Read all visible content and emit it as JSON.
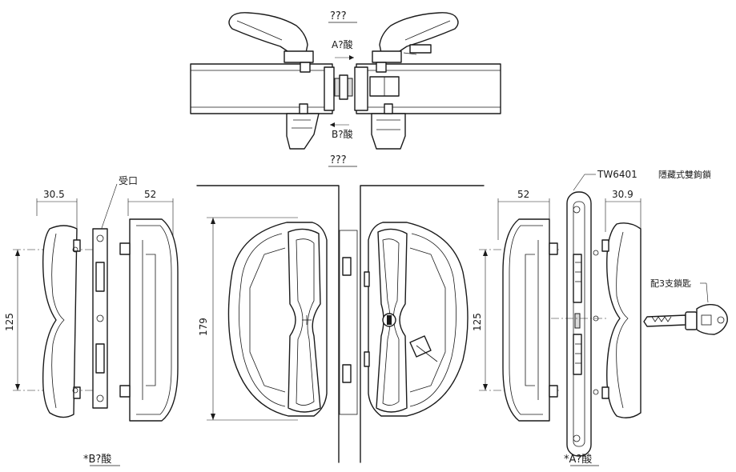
{
  "labels": {
    "top_title": "???",
    "mid_title": "???",
    "arrow_a": "A?酸",
    "arrow_b": "B?酸",
    "receiver": "受口",
    "model": "TW6401",
    "model_desc": "隱藏式雙鉤鎖",
    "keys": "配3支鎖匙",
    "bottom_left": "*B?酸",
    "bottom_right": "*A?酸"
  },
  "dimensions": {
    "left_width": "30.5",
    "left_plate": "52",
    "left_height": "125",
    "center_height": "179",
    "right_plate": "52",
    "right_width": "30.9",
    "right_height": "125"
  }
}
